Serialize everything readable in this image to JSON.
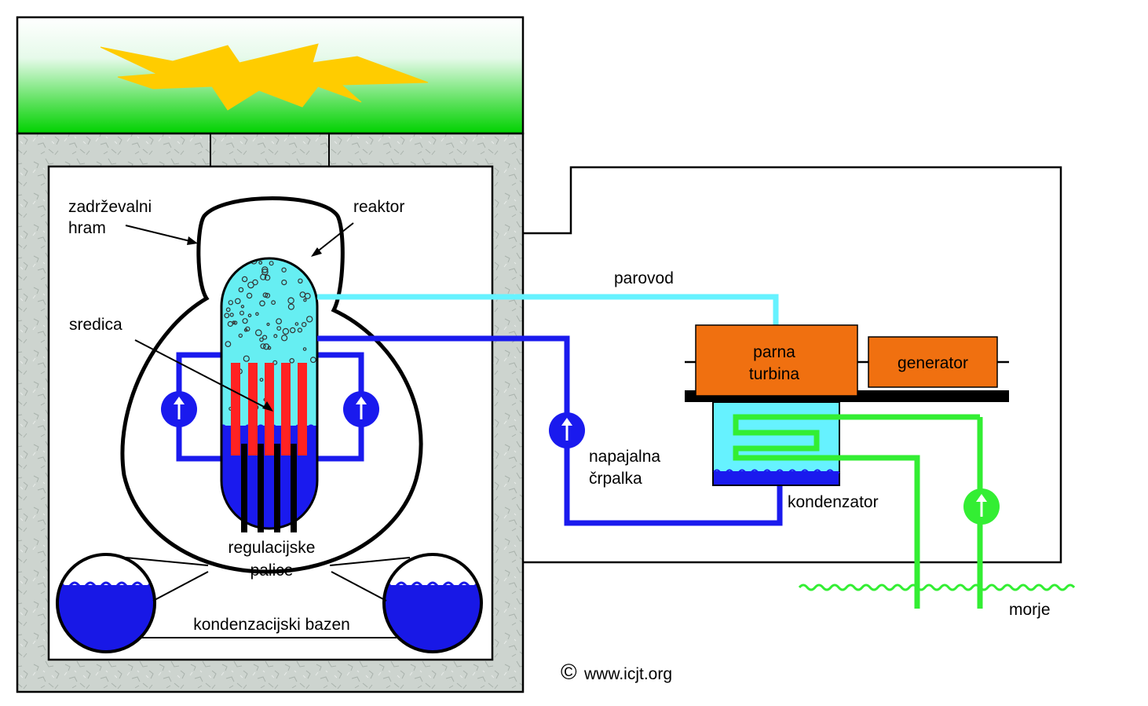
{
  "labels": {
    "containment_1": "zadrževalni",
    "containment_2": "hram",
    "reactor": "reaktor",
    "core": "sredica",
    "rods_1": "regulacijske",
    "rods_2": "palice",
    "pool": "kondenzacijski bazen",
    "steam_line": "parovod",
    "turbine_1": "parna",
    "turbine_2": "turbina",
    "generator": "generator",
    "pump_1": "napajalna",
    "pump_2": "črpalka",
    "condenser": "kondenzator",
    "sea": "morje",
    "copyright_symbol": "©",
    "copyright": "www.icjt.org"
  },
  "colors": {
    "ground_green": "#00e000",
    "explosion": "#ffcc00",
    "concrete": "#cfd6d1",
    "steam": "#66f2ff",
    "reactor_water": "#66eef2",
    "feedwater": "#1a1aee",
    "fuel_rods": "#ff2222",
    "turbine": "#f07010",
    "cooling_water": "#33ee33"
  }
}
